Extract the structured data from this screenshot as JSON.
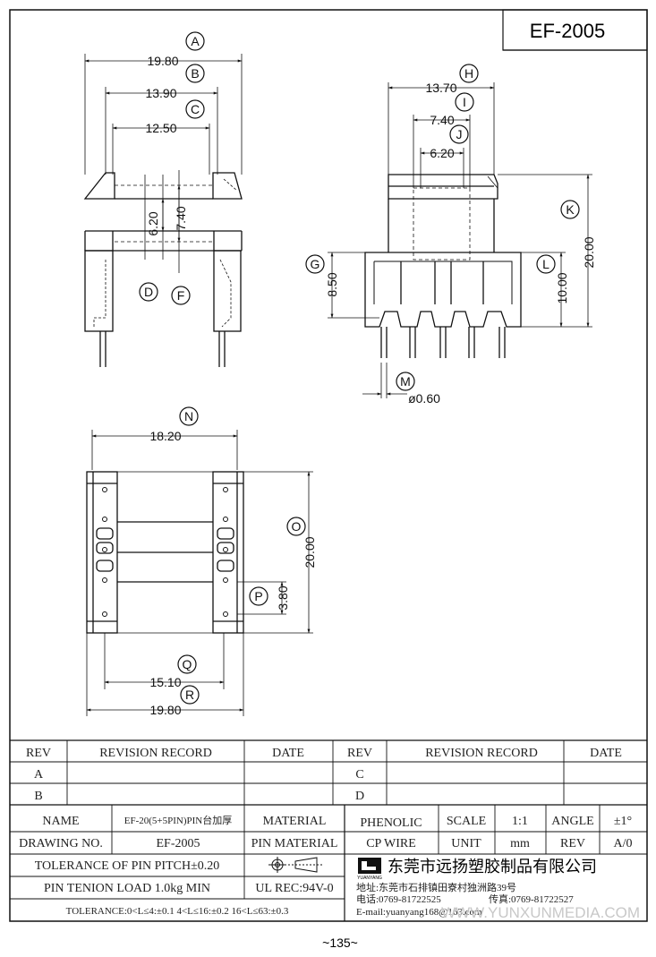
{
  "title_box": {
    "part_number": "EF-2005"
  },
  "dims": {
    "A": "19.80",
    "B": "13.90",
    "C": "12.50",
    "D_val": "6.20",
    "F_val": "7.40",
    "H": "13.70",
    "I": "7.40",
    "J": "6.20",
    "G_val": "8.50",
    "K_val": "20.00",
    "L_val": "10.00",
    "M_val": "ø0.60",
    "N": "18.20",
    "O_val": "20.00",
    "P_val": "3.80",
    "Q": "15.10",
    "R": "19.80"
  },
  "bubbles": [
    "A",
    "B",
    "C",
    "D",
    "F",
    "G",
    "H",
    "I",
    "J",
    "K",
    "L",
    "M",
    "N",
    "O",
    "P",
    "Q",
    "R"
  ],
  "revision_table": {
    "headers": [
      "REV",
      "REVISION RECORD",
      "DATE",
      "REV",
      "REVISION RECORD",
      "DATE"
    ],
    "rows": [
      [
        "A",
        "",
        "",
        "C",
        "",
        ""
      ],
      [
        "B",
        "",
        "",
        "D",
        "",
        ""
      ]
    ]
  },
  "info": {
    "name_label": "NAME",
    "name_value": "EF-20(5+5PIN)PIN台加厚",
    "material_label": "MATERIAL",
    "material_value": "PHENOLIC",
    "scale_label": "SCALE",
    "scale_value": "1:1",
    "angle_label": "ANGLE",
    "angle_value": "±1°",
    "drawing_no_label": "DRAWING NO.",
    "drawing_no_value": "EF-2005",
    "pin_material_label": "PIN MATERIAL",
    "pin_material_value": "CP WIRE",
    "unit_label": "UNIT",
    "unit_value": "mm",
    "rev_label": "REV",
    "rev_value": "A/0",
    "tolerance_pitch": "TOLERANCE OF PIN PITCH±0.20",
    "pin_tension": "PIN TENION LOAD 1.0kg MIN",
    "ul_rec": "UL REC:94V-0",
    "tolerance_ranges": "TOLERANCE:0<L≤4:±0.1  4<L≤16:±0.2  16<L≤63:±0.3",
    "company_name": "东莞市远扬塑胶制品有限公司",
    "company_brand": "YUANYANG",
    "address": "地址:东莞市石排镇田寮村独洲路39号",
    "phone": "电话:0769-81722525",
    "fax": "传真:0769-81722527",
    "email": "E-mail:yuanyang168@163.com",
    "watermark": "WWW.YUNXUNMEDIA.COM"
  },
  "page_number": "~135~"
}
